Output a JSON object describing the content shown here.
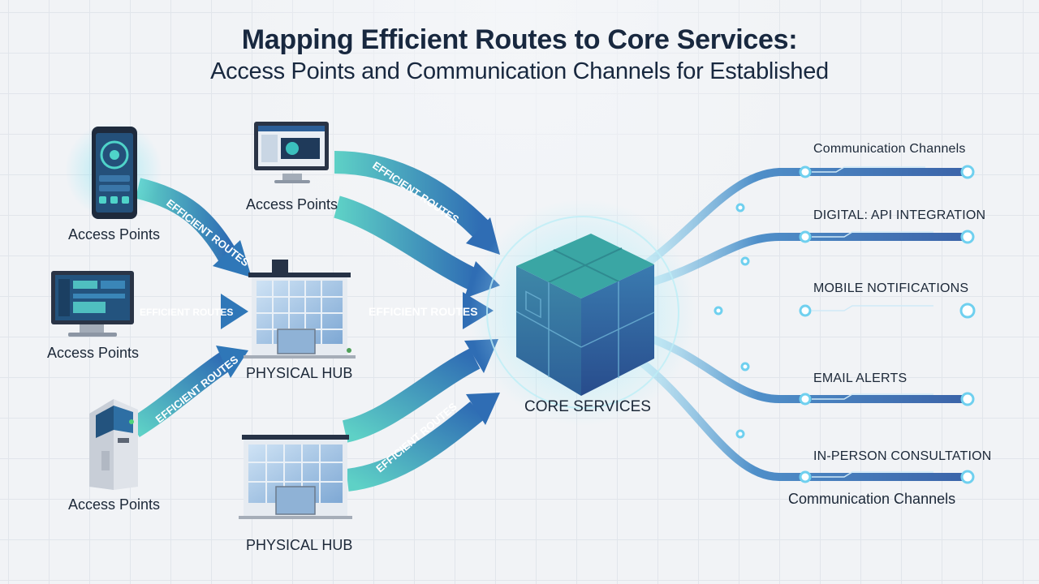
{
  "title": {
    "line1": "Mapping Efficient Routes to Core Services:",
    "line2": "Access Points and Communication Channels for Established"
  },
  "access_points": {
    "phone": "Access Points",
    "desktop_left": "Access Points",
    "kiosk": "Access Points",
    "desktop_top": "Access Points"
  },
  "hubs": {
    "upper": "PHYSICAL HUB",
    "lower": "PHYSICAL HUB"
  },
  "routes": {
    "phone_to_hub": "EFFICIENT ROUTES",
    "desktop_to_hub": "EFFICIENT ROUTES",
    "kiosk_to_hub": "EFFICIENT ROUTES",
    "desktop_top_to_core": "EFFICIENT ROUTES",
    "hub_to_core": "EFFICIENT ROUTES",
    "lower_hub_to_core": "EFFICIENT ROUTES"
  },
  "core": {
    "label": "CORE SERVICES"
  },
  "channels": {
    "header": "Communication Channels",
    "items": [
      "DIGITAL: API INTEGRATION",
      "MOBILE NOTIFICATIONS",
      "EMAIL ALERTS",
      "IN-PERSON CONSULTATION"
    ],
    "footer": "Communication Channels"
  },
  "colors": {
    "teal": "#3dbdb6",
    "blue": "#2f6db4",
    "navy": "#18283f",
    "cube_top": "#3b9fa2",
    "glow": "#7fe3f2"
  },
  "icons": [
    "smartphone-icon",
    "desktop-monitor-icon",
    "kiosk-icon",
    "building-icon",
    "cube-icon"
  ]
}
